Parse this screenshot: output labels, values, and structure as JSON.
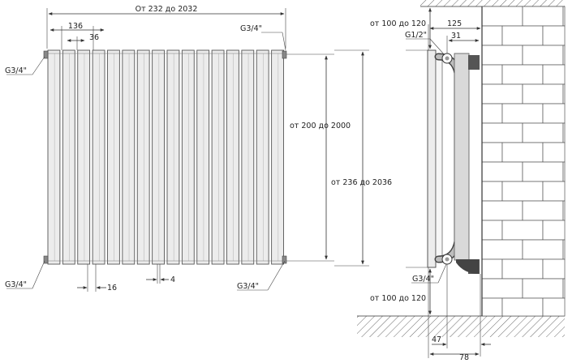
{
  "front_view": {
    "labels": {
      "overall_width": "От 232 до 2032",
      "section_width": "136",
      "panel_width": "36",
      "gap": "16",
      "thickness": "4",
      "connection_top_left": "G3/4\"",
      "connection_top_right": "G3/4\"",
      "connection_bottom_left": "G3/4\"",
      "connection_bottom_right": "G3/4\"",
      "axis_distance": "от 200 до 2000",
      "overall_height": "от 236 до 2036"
    },
    "panel_count": 16
  },
  "side_view": {
    "labels": {
      "top_clearance": "от 100 до 120",
      "depth": "125",
      "pipe_offset": "31",
      "connection_side": "G1/2\"",
      "connection_bottom": "G3/4\"",
      "bottom_clearance": "от 100 до 120",
      "dim_47": "47",
      "dim_78": "78"
    }
  },
  "colors": {
    "line": "#333333",
    "panel_fill": "#ececec",
    "bracket": "#555555"
  }
}
